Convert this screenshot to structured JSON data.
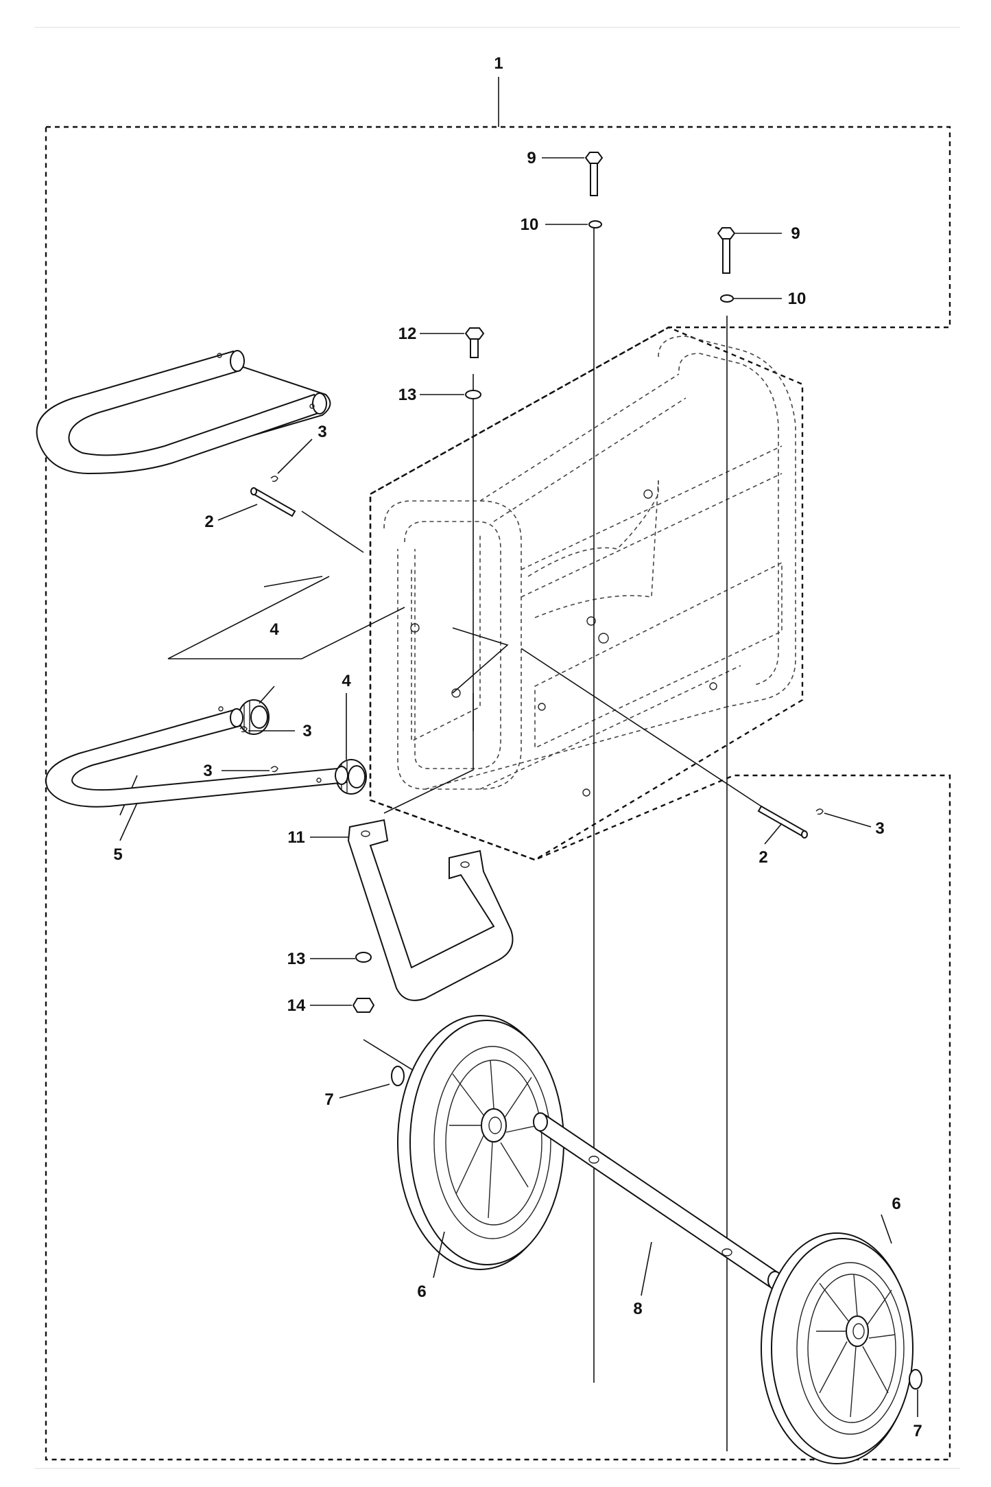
{
  "diagram": {
    "callouts": {
      "c1": "1",
      "c2a": "2",
      "c2b": "2",
      "c3a": "3",
      "c3b": "3",
      "c3c": "3",
      "c3d": "3",
      "c4a": "4",
      "c4b": "4",
      "c5": "5",
      "c6a": "6",
      "c6b": "6",
      "c7a": "7",
      "c7b": "7",
      "c8": "8",
      "c9a": "9",
      "c9b": "9",
      "c10a": "10",
      "c10b": "10",
      "c11": "11",
      "c12": "12",
      "c13a": "13",
      "c13b": "13",
      "c14": "14"
    }
  }
}
